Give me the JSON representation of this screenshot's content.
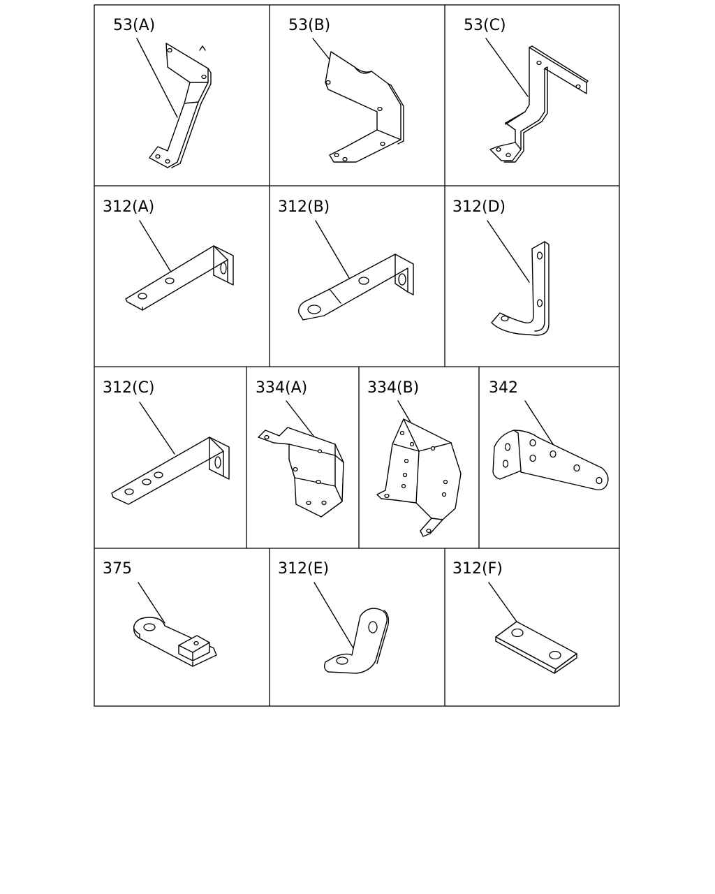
{
  "labels": {
    "c53a": "53(A)",
    "c53b": "53(B)",
    "c53c": "53(C)",
    "c312a": "312(A)",
    "c312b": "312(B)",
    "c312d": "312(D)",
    "c312c": "312(C)",
    "c334a": "334(A)",
    "c334b": "334(B)",
    "c342": "342",
    "c375": "375",
    "c312e": "312(E)",
    "c312f": "312(F)"
  }
}
